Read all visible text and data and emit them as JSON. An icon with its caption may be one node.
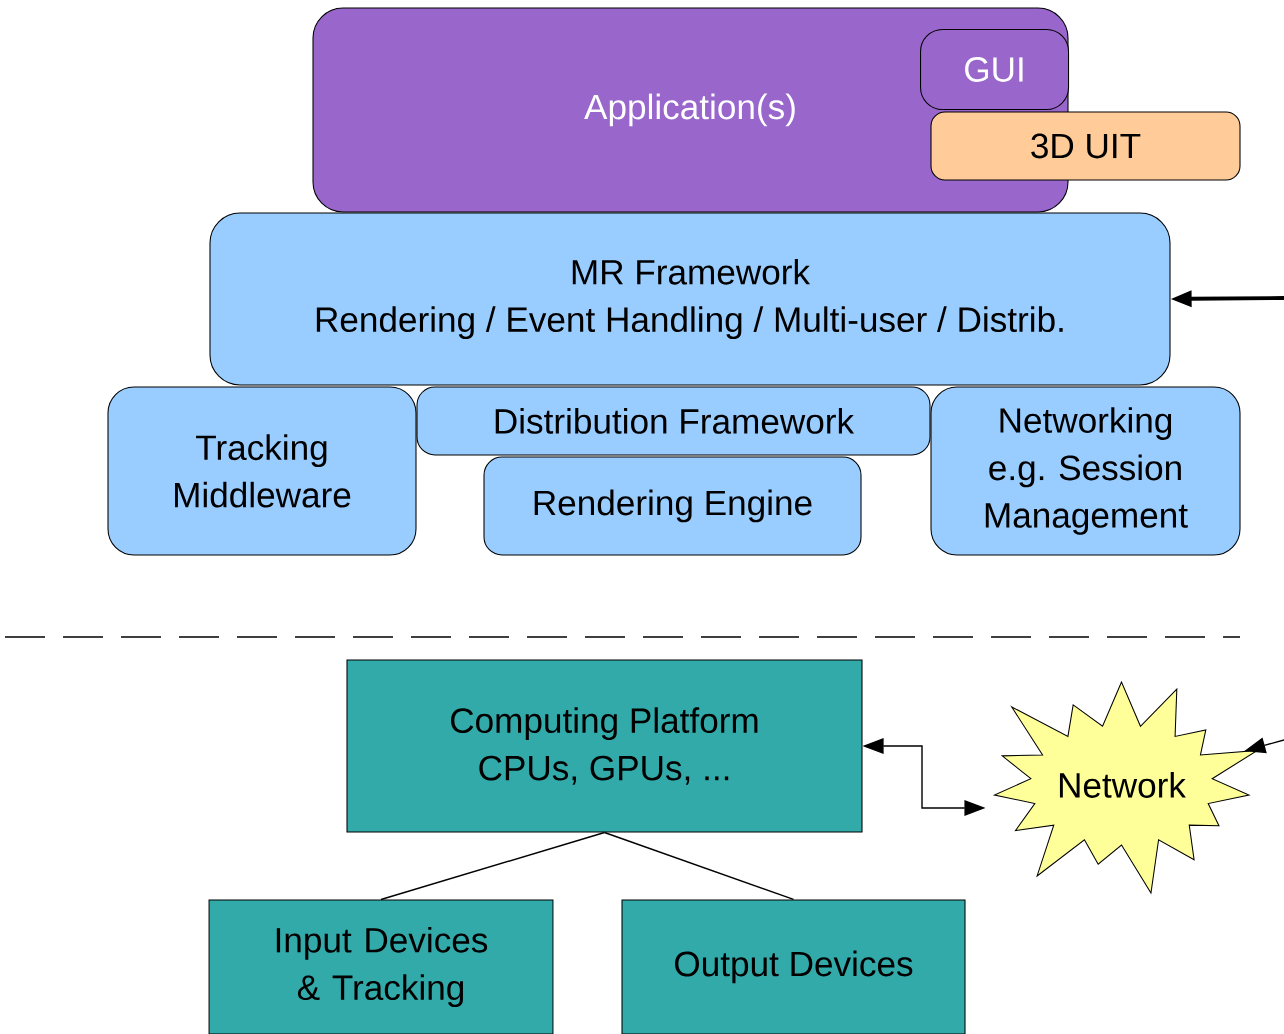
{
  "diagram": {
    "nodes": [
      {
        "text": [
          "Application(s)"
        ]
      },
      {
        "text": [
          "GUI"
        ],
        "in": 0
      },
      {
        "text": [
          "3D UIT"
        ]
      },
      {
        "text": [
          "MR Framework",
          "Rendering / Event Handling / Multi-user / Distrib."
        ]
      },
      {
        "text": [
          "Tracking Middleware"
        ]
      },
      {
        "text": [
          "Distribution Framework"
        ]
      },
      {
        "text": [
          "Rendering Engine"
        ]
      },
      {
        "text": [
          "Networking e.g. Session Management"
        ]
      },
      {
        "text": [
          "Computing Platform",
          "CPUs, GPUs, ..."
        ]
      },
      {
        "text": [
          "Network"
        ]
      },
      {
        "text": [
          "Input Devices & Tracking"
        ]
      },
      {
        "text": [
          "Output Devices"
        ]
      }
    ],
    "edges": [
      {
        "from": null,
        "to": 3,
        "arrow": "to",
        "style": "thick"
      },
      {
        "from": null,
        "to": 9,
        "arrow": "to"
      },
      {
        "from": 8,
        "to": 9,
        "arrow": "both"
      },
      {
        "from": 8,
        "to": 10,
        "arrow": "none"
      },
      {
        "from": 8,
        "to": 11,
        "arrow": "none"
      }
    ]
  }
}
